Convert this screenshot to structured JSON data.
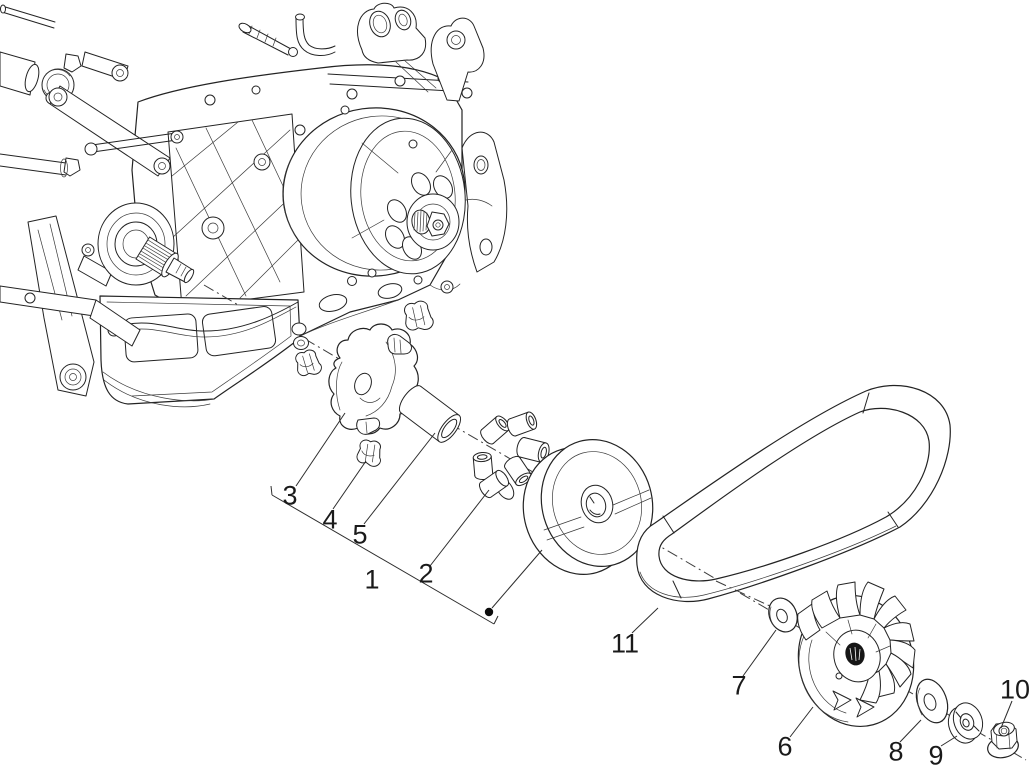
{
  "figure": {
    "kind": "exploded parts diagram",
    "subject": "scooter engine driving pulley / variator assembly",
    "background_color": "#ffffff",
    "line_color": "#222222"
  },
  "callouts": [
    {
      "label": "1",
      "target": "driving-pulley-assembly"
    },
    {
      "label": "2",
      "target": "roller-weight"
    },
    {
      "label": "3",
      "target": "variator-back-plate"
    },
    {
      "label": "4",
      "target": "guide-slider"
    },
    {
      "label": "5",
      "target": "spacer-sleeve"
    },
    {
      "label": "6",
      "target": "fan-half-pulley"
    },
    {
      "label": "7",
      "target": "washer"
    },
    {
      "label": "8",
      "target": "flat-washer"
    },
    {
      "label": "9",
      "target": "spacer-washer"
    },
    {
      "label": "10",
      "target": "flange-nut"
    },
    {
      "label": "11",
      "target": "drive-belt"
    }
  ]
}
